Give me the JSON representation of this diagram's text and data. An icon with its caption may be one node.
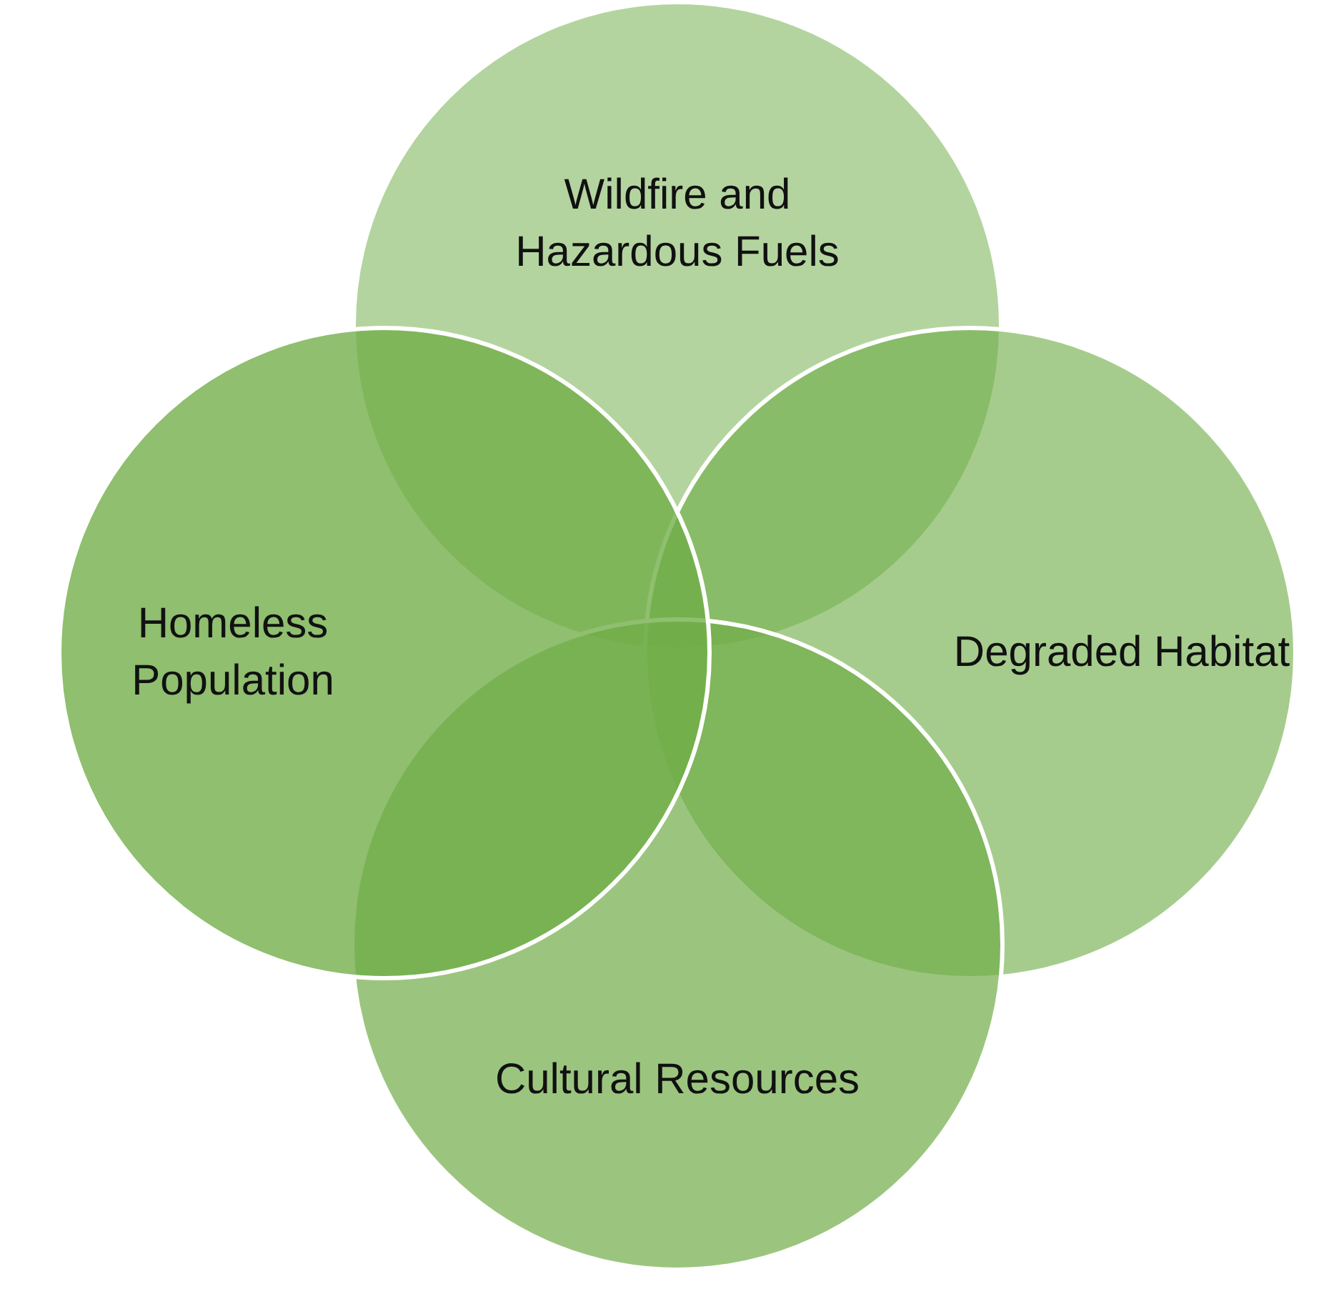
{
  "diagram": {
    "nodes": [
      {
        "text": [
          "Wildfire and Hazardous Fuels"
        ]
      },
      {
        "text": [
          "Homeless Population"
        ]
      },
      {
        "text": [
          "Degraded Habitat"
        ]
      },
      {
        "text": [
          "Cultural Resources"
        ]
      }
    ]
  }
}
